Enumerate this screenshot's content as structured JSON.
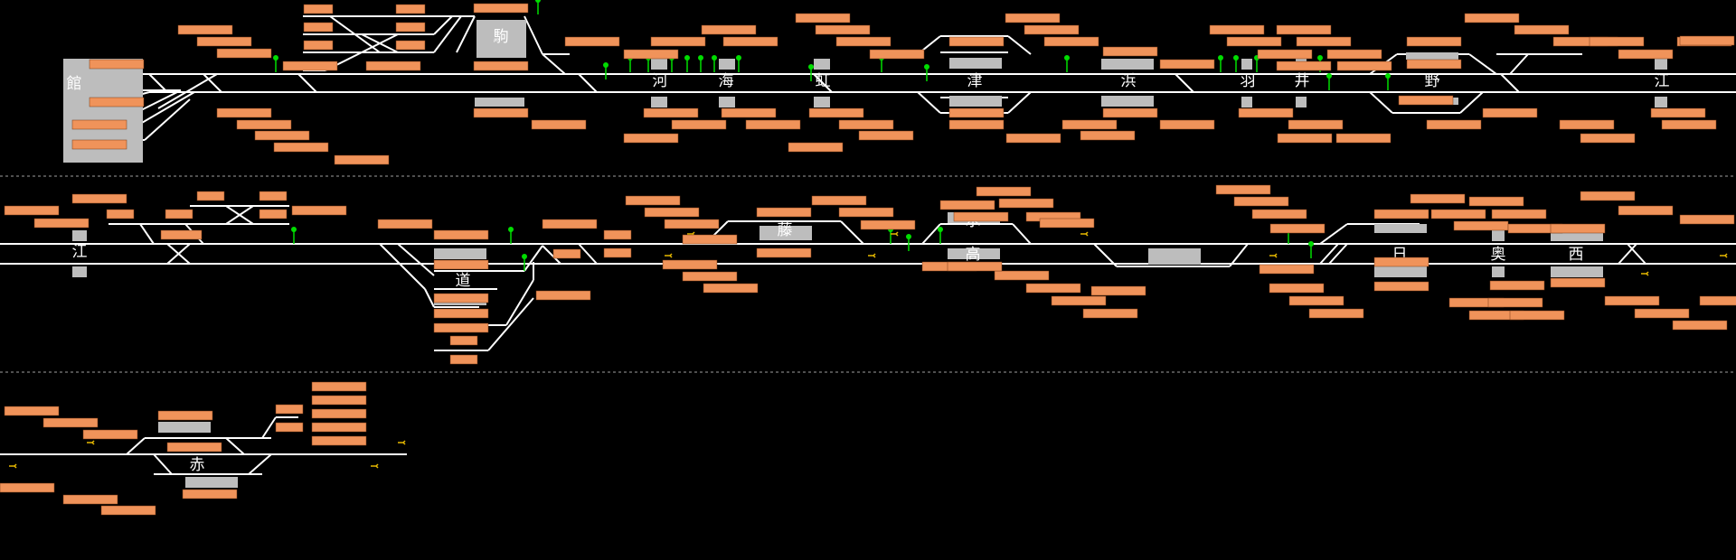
{
  "panel": {
    "background": "#000000",
    "colors": {
      "track": "#ffffff",
      "platform": "#bdbdbd",
      "train_label": "#f0935a",
      "train_label_border": "#7a3a14",
      "signal": "#00dd00",
      "arrow": "#e6b800",
      "divider": "#9e9e9e"
    }
  },
  "stations": {
    "row1": [
      "館",
      "駒",
      "河",
      "海",
      "虹",
      "津",
      "浜",
      "羽",
      "井",
      "野",
      "江"
    ],
    "row2": [
      "江",
      "道",
      "藤",
      "水",
      "高",
      "日",
      "奥",
      "西"
    ],
    "row3": [
      "赤"
    ]
  },
  "icons": {
    "signal": "signal-icon",
    "direction_arrow": "direction-arrow-icon",
    "train_label": "train-label-box"
  }
}
